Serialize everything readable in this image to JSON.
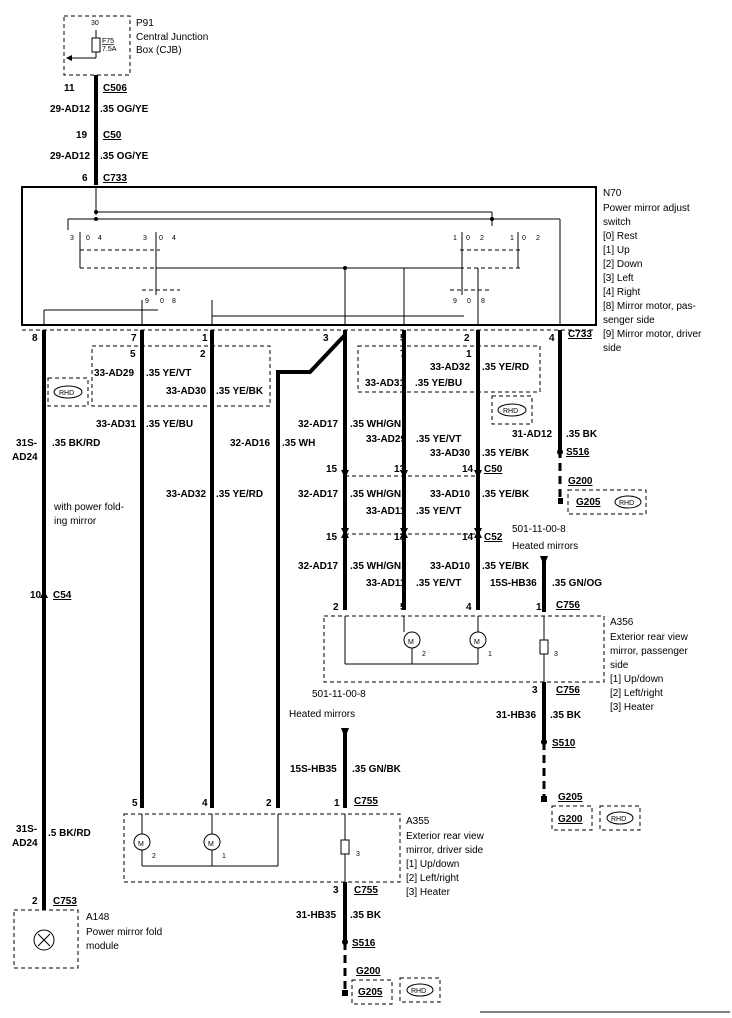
{
  "modules": {
    "p91": {
      "id": "P91",
      "line1": "Central Junction",
      "line2": "Box (CJB)",
      "fuse": "F75",
      "fuse_rating": "7.5A",
      "pin_top": "30"
    },
    "n70": {
      "id": "N70",
      "lines": [
        "Power mirror adjust",
        "switch",
        "[0] Rest",
        "[1] Up",
        "[2] Down",
        "[3] Left",
        "[4] Right",
        "[8] Mirror motor, pas-",
        "senger side",
        "[9] Mirror motor, driver",
        "side"
      ]
    },
    "a356": {
      "id": "A356",
      "lines": [
        "Exterior rear view",
        "mirror, passenger",
        "side",
        "[1] Up/down",
        "[2] Left/right",
        "[3] Heater"
      ]
    },
    "a355": {
      "id": "A355",
      "lines": [
        "Exterior rear view",
        "mirror, driver side",
        "[1] Up/down",
        "[2] Left/right",
        "[3] Heater"
      ]
    },
    "a148": {
      "id": "A148",
      "line1": "Power mirror fold",
      "line2": "module"
    }
  },
  "connectors": {
    "c506": "C506",
    "c50": "C50",
    "c733": "C733",
    "c52": "C52",
    "c54": "C54",
    "c756": "C756",
    "c755": "C755",
    "c753": "C753",
    "s516": "S516",
    "s510": "S510",
    "g200": "G200",
    "g205": "G205",
    "rhd": "RHD"
  },
  "wires": {
    "top1": "29-AD12",
    "top1c": ".35 OG/YE",
    "bk_rd": "31S-",
    "bk_rd2": "AD24",
    "bk_rd_c": ".35 BK/RD",
    "ad29": "33-AD29",
    "ad29c": ".35 YE/VT",
    "ad30": "33-AD30",
    "ad30c": ".35 YE/BK",
    "ad31": "33-AD31",
    "ad31c": ".35 YE/BU",
    "ad32": "33-AD32",
    "ad32c": ".35 YE/RD",
    "ad16": "32-AD16",
    "ad16c": ".35 WH",
    "ad17": "32-AD17",
    "ad17c": ".35 WH/GN",
    "ad10": "33-AD10",
    "ad10c": ".35 YE/BK",
    "ad11": "33-AD11",
    "ad11c": ".35 YE/VT",
    "ad12": "31-AD12",
    "ad12c": ".35 BK",
    "hb36": "15S-HB36",
    "hb36c": ".35 GN/OG",
    "hb36b": "31-HB36",
    "hb36bc": ".35 BK",
    "hb35": "15S-HB35",
    "hb35c": ".35 GN/BK",
    "hb35b": "31-HB35",
    "hb35bc": ".35 BK",
    "fold_bk": ".5 BK/RD",
    "fold_note1": "with power fold-",
    "fold_note2": "ing mirror"
  },
  "refs": {
    "heated_ref": "501-11-00-8",
    "heated_text": "Heated mirrors"
  },
  "pins": {
    "p11": "11",
    "p19": "19",
    "p6": "6",
    "p8": "8",
    "p7": "7",
    "p1": "1",
    "p3": "3",
    "p5": "5",
    "p2": "2",
    "p4": "4",
    "p15": "15",
    "p13": "13",
    "p14": "14",
    "p10": "10",
    "p9": "9",
    "p0": "0",
    "m": "M"
  }
}
